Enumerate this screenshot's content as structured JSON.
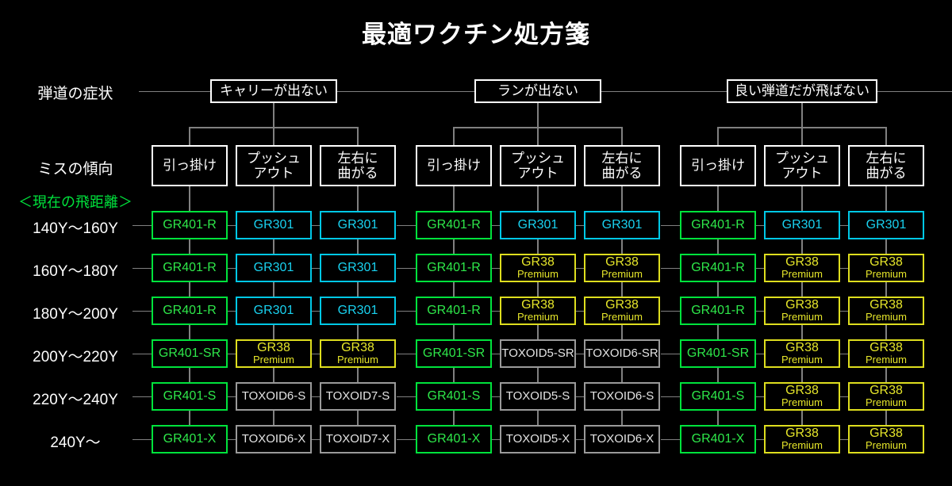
{
  "title": "最適ワクチン処方箋",
  "labels": {
    "symptom": "弾道の症状",
    "tendency": "ミスの傾向",
    "distance": "＜現在の飛距離＞"
  },
  "colors": {
    "background": "#000000",
    "text": "#ffffff",
    "green": "#00e33c",
    "cyan": "#00c8e6",
    "yellow": "#dede1e",
    "gray": "#9a9a9a",
    "connector": "#808080"
  },
  "symptom_groups": [
    {
      "label": "キャリーが出ない"
    },
    {
      "label": "ランが出ない"
    },
    {
      "label": "良い弾道だが飛ばない"
    }
  ],
  "tendencies": [
    {
      "label": "引っ掛け",
      "lines": [
        "引っ掛け"
      ]
    },
    {
      "label": "プッシュアウト",
      "lines": [
        "プッシュ",
        "アウト"
      ]
    },
    {
      "label": "左右に曲がる",
      "lines": [
        "左右に",
        "曲がる"
      ]
    },
    {
      "label": "引っ掛け",
      "lines": [
        "引っ掛け"
      ]
    },
    {
      "label": "プッシュアウト",
      "lines": [
        "プッシュ",
        "アウト"
      ]
    },
    {
      "label": "左右に曲がる",
      "lines": [
        "左右に",
        "曲がる"
      ]
    },
    {
      "label": "引っ掛け",
      "lines": [
        "引っ掛け"
      ]
    },
    {
      "label": "プッシュアウト",
      "lines": [
        "プッシュ",
        "アウト"
      ]
    },
    {
      "label": "左右に曲がる",
      "lines": [
        "左右に",
        "曲がる"
      ]
    }
  ],
  "rows": [
    {
      "label": "140Y〜160Y"
    },
    {
      "label": "160Y〜180Y"
    },
    {
      "label": "180Y〜200Y"
    },
    {
      "label": "200Y〜220Y"
    },
    {
      "label": "220Y〜240Y"
    },
    {
      "label": "240Y〜"
    }
  ],
  "chart_data": {
    "type": "table",
    "title": "最適ワクチン処方箋",
    "row_header": "＜現在の飛距離＞",
    "column_group_header": "弾道の症状",
    "column_header": "ミスの傾向",
    "row_categories": [
      "140Y〜160Y",
      "160Y〜180Y",
      "180Y〜200Y",
      "200Y〜220Y",
      "220Y〜240Y",
      "240Y〜"
    ],
    "column_groups": [
      "キャリーが出ない",
      "ランが出ない",
      "良い弾道だが飛ばない"
    ],
    "columns": [
      "引っ掛け",
      "プッシュアウト",
      "左右に曲がる",
      "引っ掛け",
      "プッシュアウト",
      "左右に曲がる",
      "引っ掛け",
      "プッシュアウト",
      "左右に曲がる"
    ]
  },
  "cells": [
    [
      {
        "main": "GR401-R",
        "sub": "",
        "color": "green"
      },
      {
        "main": "GR301",
        "sub": "",
        "color": "cyan"
      },
      {
        "main": "GR301",
        "sub": "",
        "color": "cyan"
      },
      {
        "main": "GR401-R",
        "sub": "",
        "color": "green"
      },
      {
        "main": "GR301",
        "sub": "",
        "color": "cyan"
      },
      {
        "main": "GR301",
        "sub": "",
        "color": "cyan"
      },
      {
        "main": "GR401-R",
        "sub": "",
        "color": "green"
      },
      {
        "main": "GR301",
        "sub": "",
        "color": "cyan"
      },
      {
        "main": "GR301",
        "sub": "",
        "color": "cyan"
      }
    ],
    [
      {
        "main": "GR401-R",
        "sub": "",
        "color": "green"
      },
      {
        "main": "GR301",
        "sub": "",
        "color": "cyan"
      },
      {
        "main": "GR301",
        "sub": "",
        "color": "cyan"
      },
      {
        "main": "GR401-R",
        "sub": "",
        "color": "green"
      },
      {
        "main": "GR38",
        "sub": "Premium",
        "color": "yellow"
      },
      {
        "main": "GR38",
        "sub": "Premium",
        "color": "yellow"
      },
      {
        "main": "GR401-R",
        "sub": "",
        "color": "green"
      },
      {
        "main": "GR38",
        "sub": "Premium",
        "color": "yellow"
      },
      {
        "main": "GR38",
        "sub": "Premium",
        "color": "yellow"
      }
    ],
    [
      {
        "main": "GR401-R",
        "sub": "",
        "color": "green"
      },
      {
        "main": "GR301",
        "sub": "",
        "color": "cyan"
      },
      {
        "main": "GR301",
        "sub": "",
        "color": "cyan"
      },
      {
        "main": "GR401-R",
        "sub": "",
        "color": "green"
      },
      {
        "main": "GR38",
        "sub": "Premium",
        "color": "yellow"
      },
      {
        "main": "GR38",
        "sub": "Premium",
        "color": "yellow"
      },
      {
        "main": "GR401-R",
        "sub": "",
        "color": "green"
      },
      {
        "main": "GR38",
        "sub": "Premium",
        "color": "yellow"
      },
      {
        "main": "GR38",
        "sub": "Premium",
        "color": "yellow"
      }
    ],
    [
      {
        "main": "GR401-SR",
        "sub": "",
        "color": "green"
      },
      {
        "main": "GR38",
        "sub": "Premium",
        "color": "yellow"
      },
      {
        "main": "GR38",
        "sub": "Premium",
        "color": "yellow"
      },
      {
        "main": "GR401-SR",
        "sub": "",
        "color": "green"
      },
      {
        "main": "TOXOID5-SR",
        "sub": "",
        "color": "gray"
      },
      {
        "main": "TOXOID6-SR",
        "sub": "",
        "color": "gray"
      },
      {
        "main": "GR401-SR",
        "sub": "",
        "color": "green"
      },
      {
        "main": "GR38",
        "sub": "Premium",
        "color": "yellow"
      },
      {
        "main": "GR38",
        "sub": "Premium",
        "color": "yellow"
      }
    ],
    [
      {
        "main": "GR401-S",
        "sub": "",
        "color": "green"
      },
      {
        "main": "TOXOID6-S",
        "sub": "",
        "color": "gray"
      },
      {
        "main": "TOXOID7-S",
        "sub": "",
        "color": "gray"
      },
      {
        "main": "GR401-S",
        "sub": "",
        "color": "green"
      },
      {
        "main": "TOXOID5-S",
        "sub": "",
        "color": "gray"
      },
      {
        "main": "TOXOID6-S",
        "sub": "",
        "color": "gray"
      },
      {
        "main": "GR401-S",
        "sub": "",
        "color": "green"
      },
      {
        "main": "GR38",
        "sub": "Premium",
        "color": "yellow"
      },
      {
        "main": "GR38",
        "sub": "Premium",
        "color": "yellow"
      }
    ],
    [
      {
        "main": "GR401-X",
        "sub": "",
        "color": "green"
      },
      {
        "main": "TOXOID6-X",
        "sub": "",
        "color": "gray"
      },
      {
        "main": "TOXOID7-X",
        "sub": "",
        "color": "gray"
      },
      {
        "main": "GR401-X",
        "sub": "",
        "color": "green"
      },
      {
        "main": "TOXOID5-X",
        "sub": "",
        "color": "gray"
      },
      {
        "main": "TOXOID6-X",
        "sub": "",
        "color": "gray"
      },
      {
        "main": "GR401-X",
        "sub": "",
        "color": "green"
      },
      {
        "main": "GR38",
        "sub": "Premium",
        "color": "yellow"
      },
      {
        "main": "GR38",
        "sub": "Premium",
        "color": "yellow"
      }
    ]
  ]
}
